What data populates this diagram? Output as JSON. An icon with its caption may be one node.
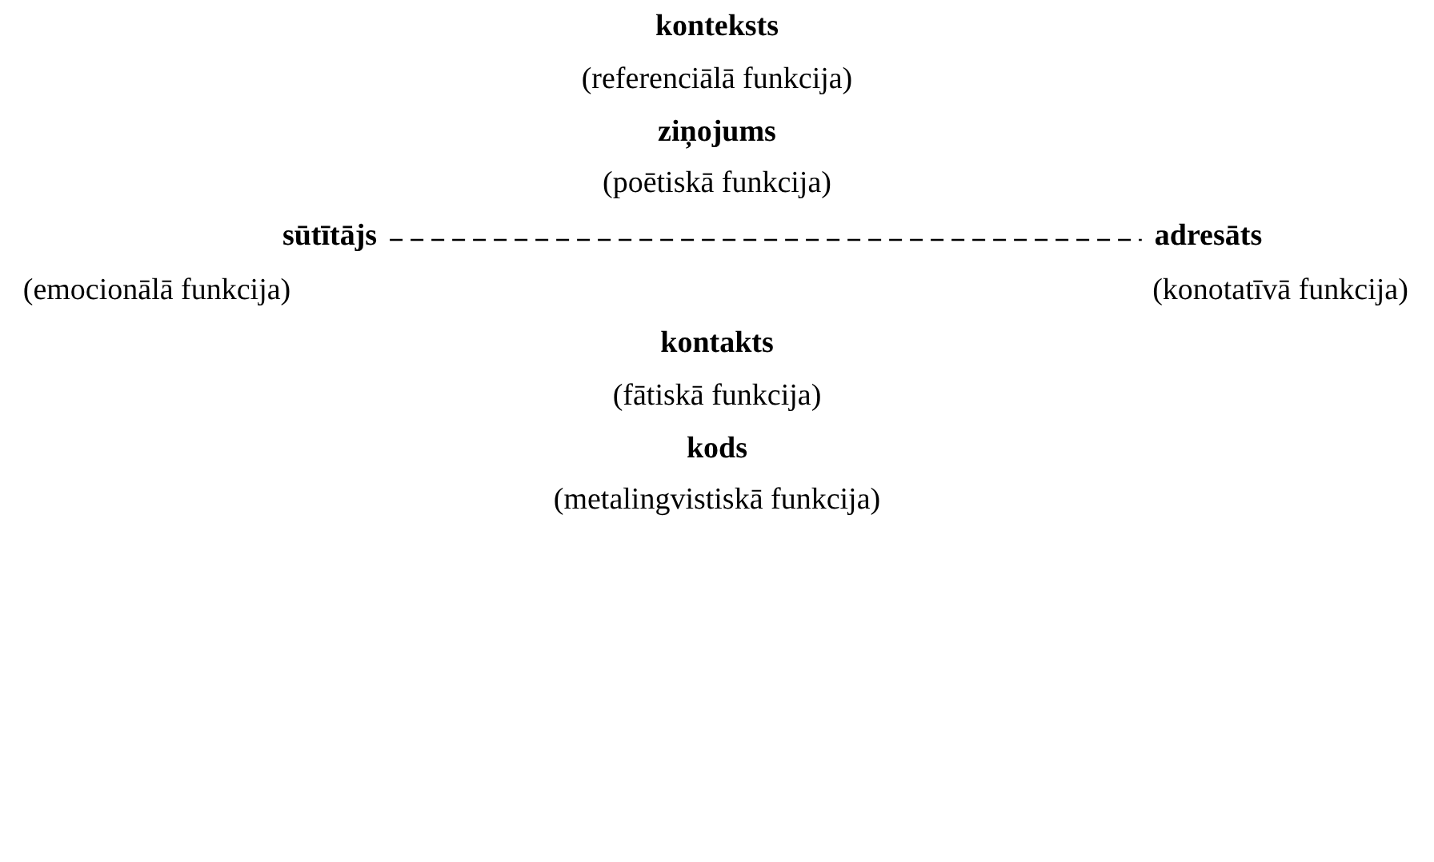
{
  "diagram": {
    "nodes": [
      {
        "text": [
          "sūtītājs"
        ],
        "beside": [
          "(emocionālā funkcija)"
        ]
      },
      {
        "text": [
          "adresāts"
        ],
        "beside": [
          "(konotatīvā funkcija)"
        ]
      }
    ],
    "edges": [
      {
        "from": 0,
        "to": 1,
        "arrow": "none",
        "style": "dashed"
      }
    ],
    "labels": [
      "konteksts",
      "(referenciālā funkcija)",
      "ziņojums",
      "(poētiskā funkcija)",
      "kontakts",
      "(fātiskā funkcija)",
      "kods",
      "(metalingvistiskā funkcija)"
    ]
  }
}
